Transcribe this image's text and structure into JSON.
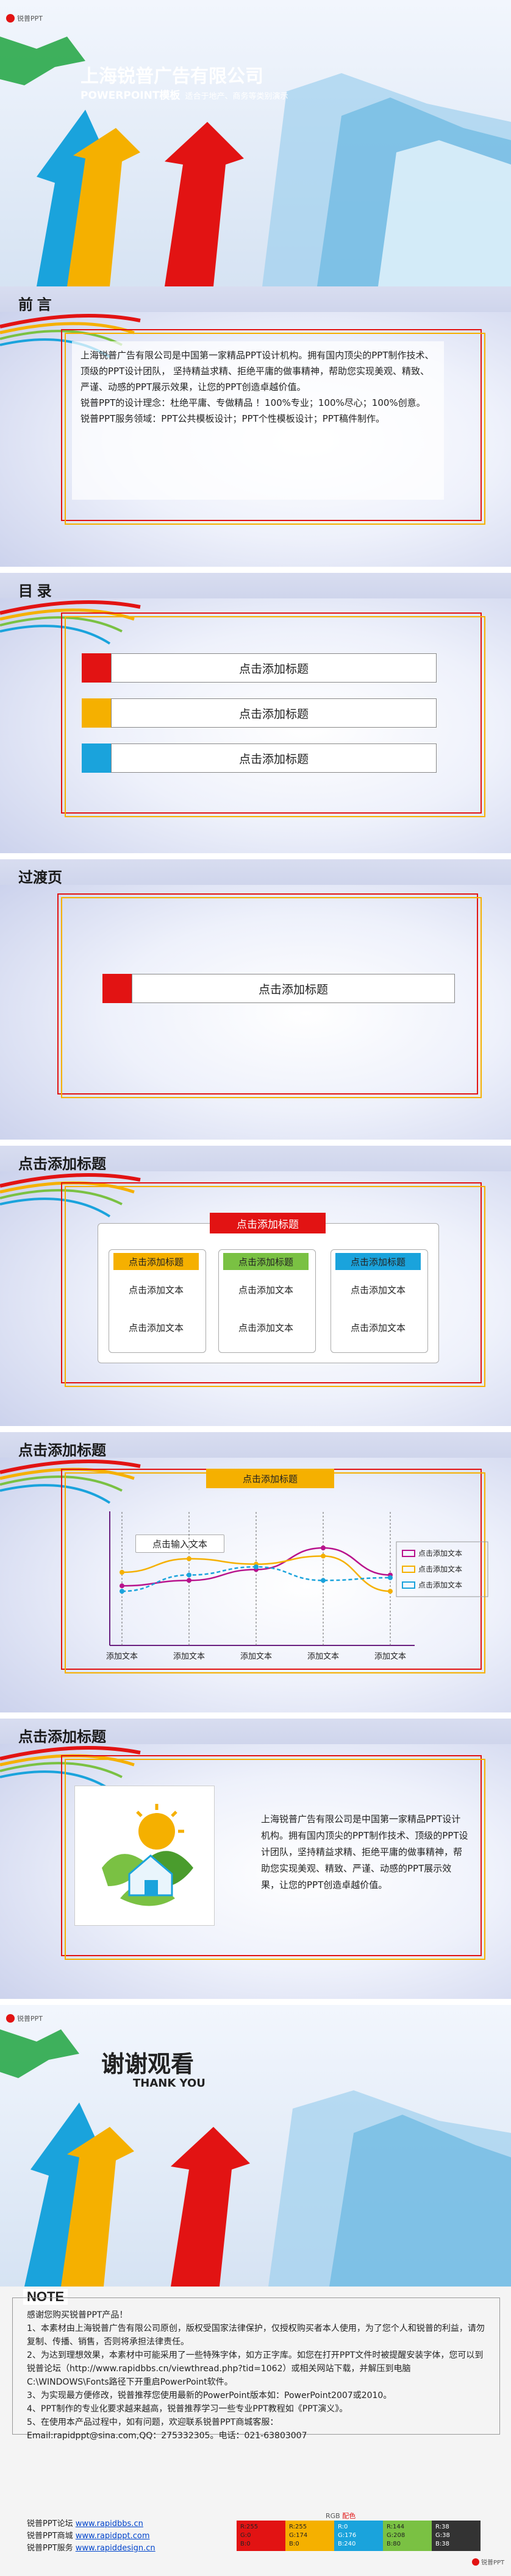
{
  "cover": {
    "logo_text": "锐普PPT",
    "company": "上海锐普广告有限公司",
    "subtitle_main": "POWERPOINT模板",
    "subtitle_sub": "适合于地产、商务等类别演示"
  },
  "preface": {
    "title": "前 言",
    "paragraphs": [
      "上海锐普广告有限公司是中国第一家精品PPT设计机构。拥有国内顶尖的PPT制作技术、顶级的PPT设计团队， 坚持精益求精、拒绝平庸的做事精神，帮助您实现美观、精致、严谨、动感的PPT展示效果，让您的PPT创造卓越价值。",
      "锐普PPT的设计理念：杜绝平庸、专做精品 ！100%专业；100%尽心；100%创意。",
      "锐普PPT服务领域：PPT公共模板设计；PPT个性模板设计；PPT稿件制作。"
    ]
  },
  "toc": {
    "title": "目 录",
    "items": [
      "点击添加标题",
      "点击添加标题",
      "点击添加标题"
    ],
    "chip_colors": [
      "#e21313",
      "#f5b000",
      "#1aa3dc"
    ]
  },
  "transition": {
    "title": "过渡页",
    "item": "点击添加标题",
    "chip_color": "#e21313"
  },
  "structure": {
    "title": "点击添加标题",
    "header": "点击添加标题",
    "columns": [
      {
        "head": "点击添加标题",
        "color": "#f5b000",
        "lines": [
          "点击添加文本",
          "点击添加文本"
        ]
      },
      {
        "head": "点击添加标题",
        "color": "#7ac143",
        "lines": [
          "点击添加文本",
          "点击添加文本"
        ]
      },
      {
        "head": "点击添加标题",
        "color": "#1aa3dc",
        "lines": [
          "点击添加文本",
          "点击添加文本"
        ]
      }
    ]
  },
  "chart_slide": {
    "title": "点击添加标题",
    "header": "点击添加标题",
    "callout": "点击输入文本"
  },
  "chart_data": {
    "type": "line",
    "categories": [
      "添加文本",
      "添加文本",
      "添加文本",
      "添加文本",
      "添加文本"
    ],
    "series": [
      {
        "name": "点击添加文本",
        "color": "#b8128c",
        "values": [
          2.2,
          2.4,
          2.8,
          3.6,
          2.6
        ]
      },
      {
        "name": "点击添加文本",
        "color": "#f5b000",
        "values": [
          2.7,
          3.2,
          3.0,
          3.3,
          2.0
        ]
      },
      {
        "name": "点击添加文本",
        "color": "#1aa3dc",
        "values": [
          2.0,
          2.6,
          2.9,
          2.4,
          2.5
        ]
      }
    ],
    "ylim": [
      0,
      4.5
    ],
    "grid": false,
    "legend": "right"
  },
  "intro_slide": {
    "title": "点击添加标题",
    "paragraph": "上海锐普广告有限公司是中国第一家精品PPT设计机构。拥有国内顶尖的PPT制作技术、顶级的PPT设计团队，坚持精益求精、拒绝平庸的做事精神，帮助您实现美观、精致、严谨、动感的PPT展示效果，让您的PPT创造卓越价值。"
  },
  "thanks": {
    "logo_text": "锐普PPT",
    "main": "谢谢观看",
    "sub": "THANK YOU"
  },
  "note": {
    "label": "NOTE",
    "lines": [
      "感谢您购买锐普PPT产品！",
      "1、本素材由上海锐普广告有限公司原创，版权受国家法律保护，仅授权购买者本人使用，为了您个人和锐普的利益，请勿复制、传播、销售，否则将承担法律责任。",
      "2、为达到理想效果，本素材中可能采用了一些特殊字体，如方正字库。如您在打开PPT文件时被提醒安装字体，您可以到锐普论坛（http://www.rapidbbs.cn/viewthread.php?tid=1062）或相关网站下载，并解压到电脑C:\\WINDOWS\\Fonts路径下开重启PowerPoint软件。",
      "3、为实现最方便修改，锐普推荐您使用最新的PowerPoint版本如：PowerPoint2007或2010。",
      "4、PPT制作的专业化要求越来越高，锐普推荐学习一些专业PPT教程如《PPT演义》。",
      "5、在使用本产品过程中，如有问题，欢迎联系锐普PPT商城客服：",
      "Email:rapidppt@sina.com,QQ：275332305。电话：021-63803007"
    ],
    "links": [
      {
        "label": "锐普PPT论坛",
        "url": "www.rapidbbs.cn"
      },
      {
        "label": "锐普PPT商城",
        "url": "www.rapidppt.com"
      },
      {
        "label": "锐普PPT服务",
        "url": "www.rapiddesign.cn"
      }
    ],
    "palette_title": "RGB",
    "palette_subtitle": "配色",
    "palette": [
      {
        "color": "#e21313",
        "lines": [
          "R:255",
          "G:0",
          "B:0"
        ]
      },
      {
        "color": "#f5b000",
        "lines": [
          "R:255",
          "G:174",
          "B:0"
        ]
      },
      {
        "color": "#1aa3dc",
        "lines": [
          "R:0",
          "G:176",
          "B:240"
        ]
      },
      {
        "color": "#7ac143",
        "lines": [
          "R:144",
          "G:208",
          "B:80"
        ]
      },
      {
        "color": "#333333",
        "lines": [
          "R:38",
          "G:38",
          "B:38"
        ]
      }
    ],
    "footer_logo": "锐普PPT"
  }
}
